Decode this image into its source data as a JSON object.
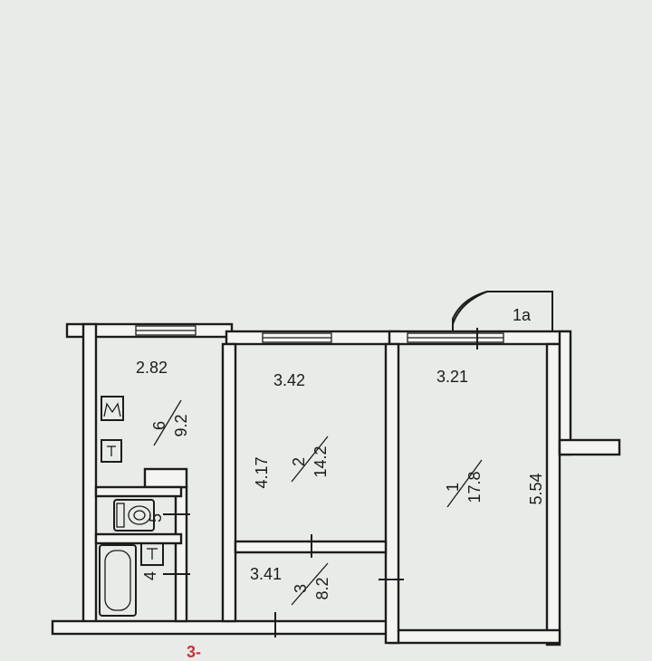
{
  "colors": {
    "paper": "#e9ebe8",
    "ink": "#1c1c1c",
    "accent": "#c8323a"
  },
  "balcony": {
    "label": "1a"
  },
  "rooms": {
    "room1": {
      "number": "1",
      "area": "17.8",
      "width": "3.21",
      "length": "5.54"
    },
    "room2": {
      "number": "2",
      "area": "14.2",
      "width": "3.42",
      "length": "4.17"
    },
    "room3": {
      "number": "3",
      "area": "8.2",
      "width": "3.41"
    },
    "kitchen": {
      "number": "6",
      "area": "9.2",
      "width": "2.82"
    },
    "bathroom": {
      "number": "4"
    },
    "toilet": {
      "number": "5"
    }
  },
  "fragment": "3-",
  "icons": [
    "stove-icon",
    "sink-icon",
    "toilet-bowl-icon",
    "bathtub-icon",
    "washbasin-icon"
  ]
}
